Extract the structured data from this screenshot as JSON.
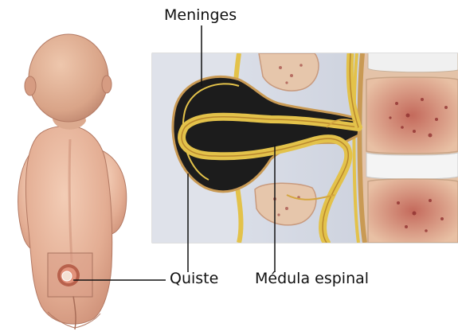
{
  "labels": {
    "meninges": "Meninges",
    "cyst": "Quiste",
    "spinal_cord": "Médula espinal"
  },
  "colors": {
    "background": "#ffffff",
    "label_text": "#111111",
    "leader_line": "#111111",
    "skin": "#e8b79c",
    "skin_shadow": "#c98a72",
    "bone": "#e9c9b0",
    "marrow": "#9b3a3a",
    "meninges_yellow": "#e3c24a",
    "cyst_dark": "#1c1c1c"
  },
  "icons": {
    "figure": "infant-back-illustration",
    "inset": "spine-cross-section-illustration"
  }
}
